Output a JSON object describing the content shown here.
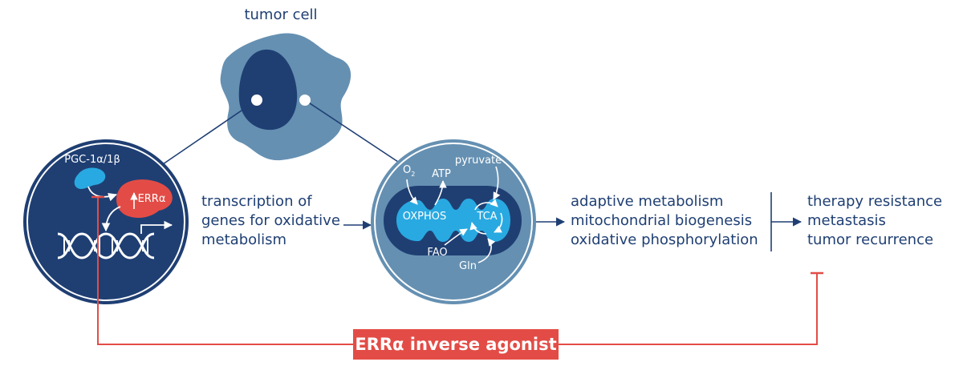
{
  "tumor_cell": {
    "label": "tumor cell"
  },
  "nucleus_panel": {
    "pgc_label": "PGC-1α/1β",
    "erra_label": "ERRα"
  },
  "transcription_text": [
    "transcription of",
    "genes for oxidative",
    "metabolism"
  ],
  "mito_panel": {
    "o2_label": "O",
    "o2_sub": "2",
    "atp_label": "ATP",
    "pyruvate_label": "pyruvate",
    "oxphos_label": "OXPHOS",
    "tca_label": "TCA",
    "fao_label": "FAO",
    "gln_label": "Gln"
  },
  "effects_text": [
    "adaptive metabolism",
    "mitochondrial biogenesis",
    "oxidative phosphorylation"
  ],
  "outcomes_text": [
    "therapy resistance",
    "metastasis",
    "tumor recurrence"
  ],
  "inhibitor": {
    "label": "ERRα inverse agonist"
  },
  "colors": {
    "navy": "#1f3f73",
    "steel_blue": "#6590b2",
    "cyan": "#29a9e1",
    "red": "#e34c46"
  }
}
